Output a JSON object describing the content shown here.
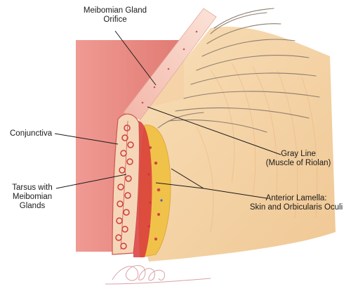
{
  "labels": {
    "meibomian_orifice": [
      "Meibomian Gland",
      "Orifice"
    ],
    "conjunctiva": "Conjunctiva",
    "tarsus": [
      "Tarsus with",
      "Meibomian",
      "Glands"
    ],
    "gray_line": [
      "Gray Line",
      "(Muscle of Riolan)"
    ],
    "anterior_lamella": [
      "Anterior Lamella:",
      "Skin and Orbicularis Oculi"
    ]
  },
  "colors": {
    "conjunctiva_pink": "#e9877f",
    "skin_peach": "#f3cf9c",
    "fat_yellow": "#f1c24a",
    "gland_red": "#d9383c",
    "lash_gray": "#8c7d6f",
    "leader_line": "#1a1a1a"
  }
}
